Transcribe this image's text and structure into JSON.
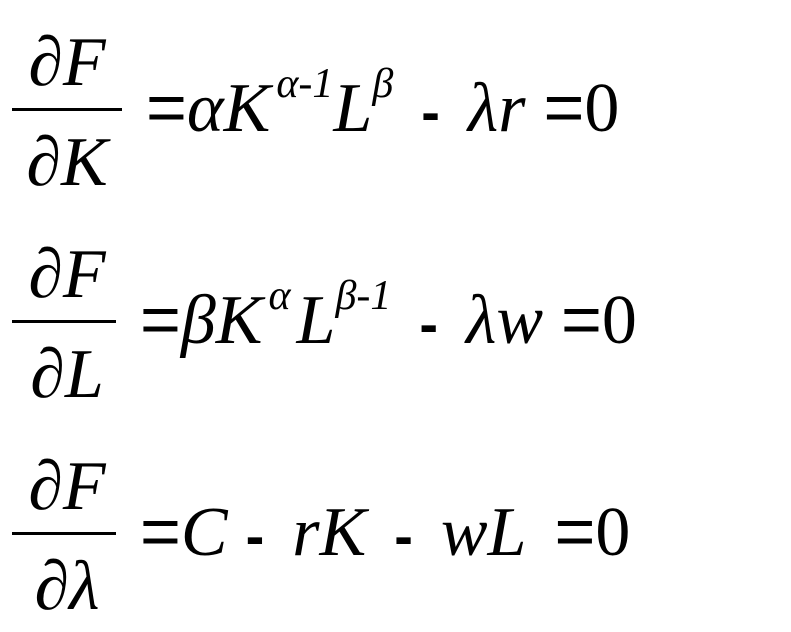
{
  "equations": [
    {
      "numerator": "∂F",
      "denominator": "∂K",
      "equals": "=",
      "term1_coef": "α",
      "term1_base1": "K",
      "term1_exp1": "α-1",
      "term1_base2": "L",
      "term1_exp2": "β",
      "minus": "-",
      "term2": "λr",
      "equals2": "=",
      "rhs_value": "0"
    },
    {
      "numerator": "∂F",
      "denominator": "∂L",
      "equals": "=",
      "term1_coef": "β",
      "term1_base1": "K",
      "term1_exp1": "α",
      "term1_base2": "L",
      "term1_exp2": "β-1",
      "minus": "-",
      "term2": "λw",
      "equals2": "=",
      "rhs_value": "0"
    },
    {
      "numerator": "∂F",
      "denominator": "∂λ",
      "equals": "=",
      "term_c": "C",
      "minus1": "-",
      "term_rk": "rK",
      "minus2": "-",
      "term_wl": "wL",
      "equals2": "=",
      "rhs_value": "0"
    }
  ]
}
